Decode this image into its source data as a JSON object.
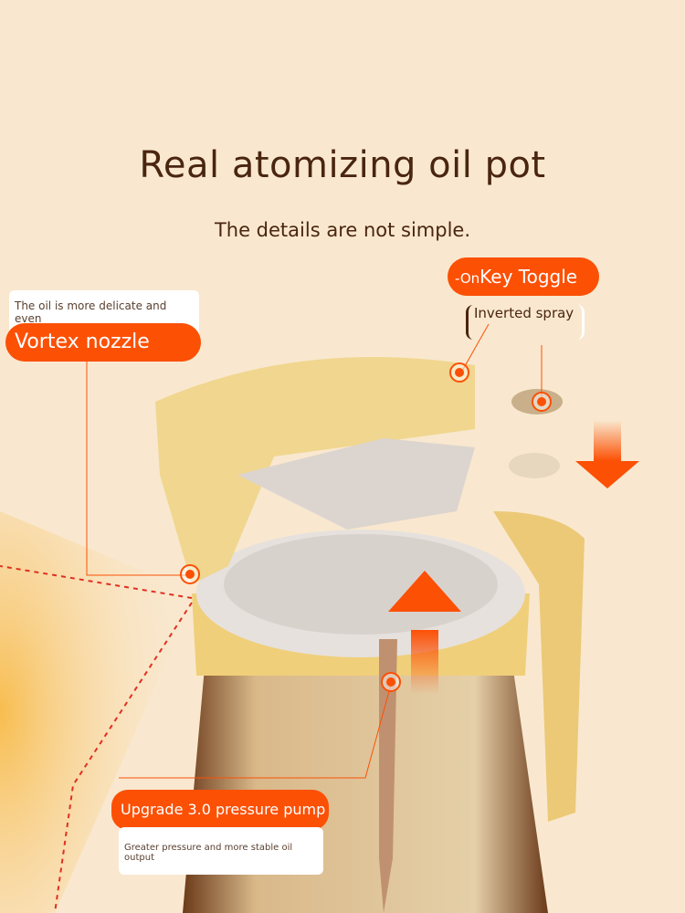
{
  "header": {
    "title": "Real atomizing oil pot",
    "subtitle": "The details are not simple."
  },
  "callouts": {
    "nozzle": {
      "label": "Vortex nozzle",
      "note": "The oil is more delicate and even"
    },
    "toggle": {
      "prefix": "-On",
      "label": "Key Toggle",
      "note": "Inverted spray"
    },
    "pump": {
      "label": "Upgrade 3.0 pressure pump",
      "note": "Greater pressure and more stable oil output"
    }
  },
  "colors": {
    "accent": "#fc5005",
    "background": "#f9e8cf",
    "lid": "#f0d68f",
    "text": "#4a2510"
  }
}
